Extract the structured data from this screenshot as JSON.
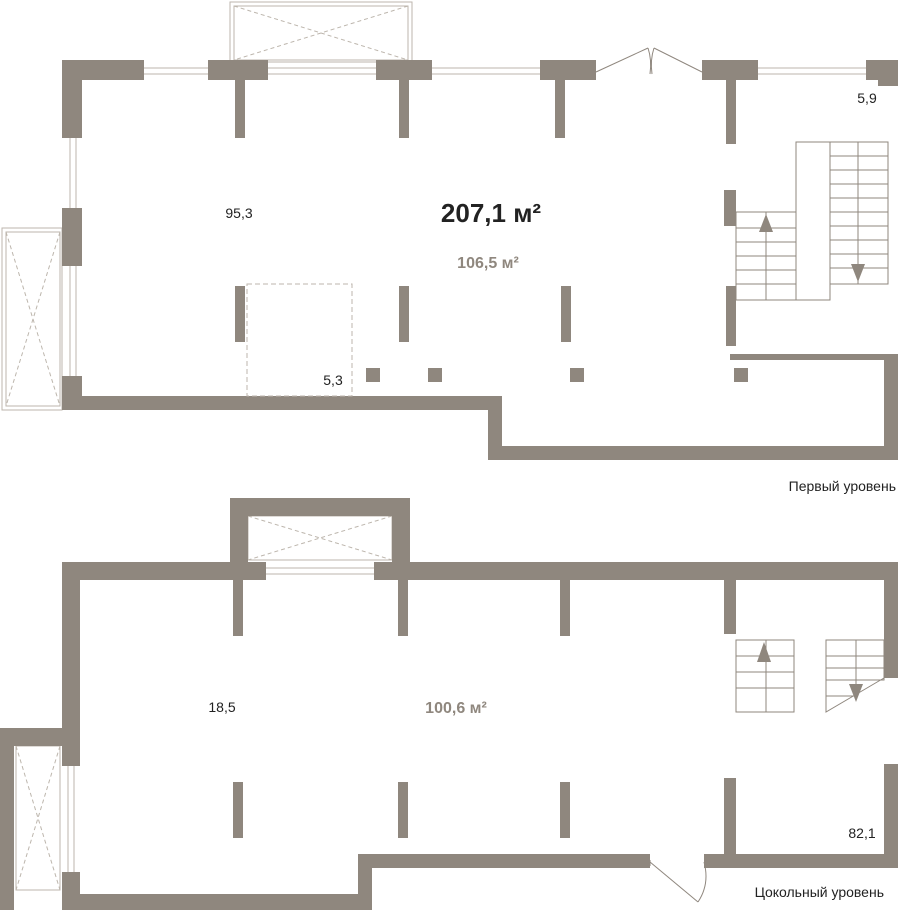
{
  "plan": {
    "total_area": "207,1 м²",
    "levels": [
      {
        "name": "Первый уровень",
        "area": "106,5 м²",
        "rooms": [
          "95,3",
          "5,3",
          "5,9"
        ]
      },
      {
        "name": "Цокольный уровень",
        "area": "100,6 м²",
        "rooms": [
          "18,5",
          "82,1"
        ]
      }
    ]
  },
  "colors": {
    "wall": "#8f877e",
    "line": "#bdb6ad",
    "text": "#222222",
    "area_text": "#8f877e"
  }
}
